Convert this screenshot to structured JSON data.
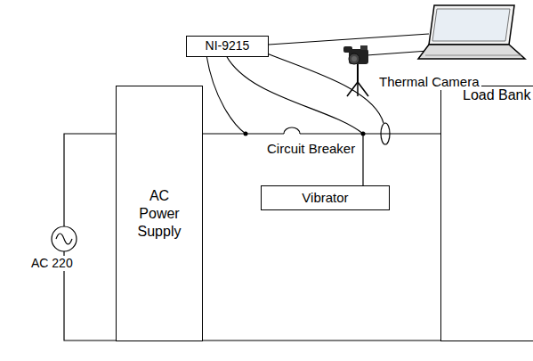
{
  "diagram": {
    "nodes": [
      {
        "text": [
          "NI-9215"
        ]
      },
      {
        "text": [
          "AC Power Supply"
        ]
      },
      {
        "text": [
          "Vibrator"
        ]
      },
      {
        "text": [
          "Load Bank"
        ]
      }
    ],
    "edges": [
      {
        "from": 1,
        "to": 3,
        "arrow": "none"
      },
      {
        "from": 1,
        "to": 3,
        "arrow": "none"
      }
    ],
    "labels": [
      "Circuit Breaker",
      "Thermal Camera",
      "AC 220"
    ]
  }
}
